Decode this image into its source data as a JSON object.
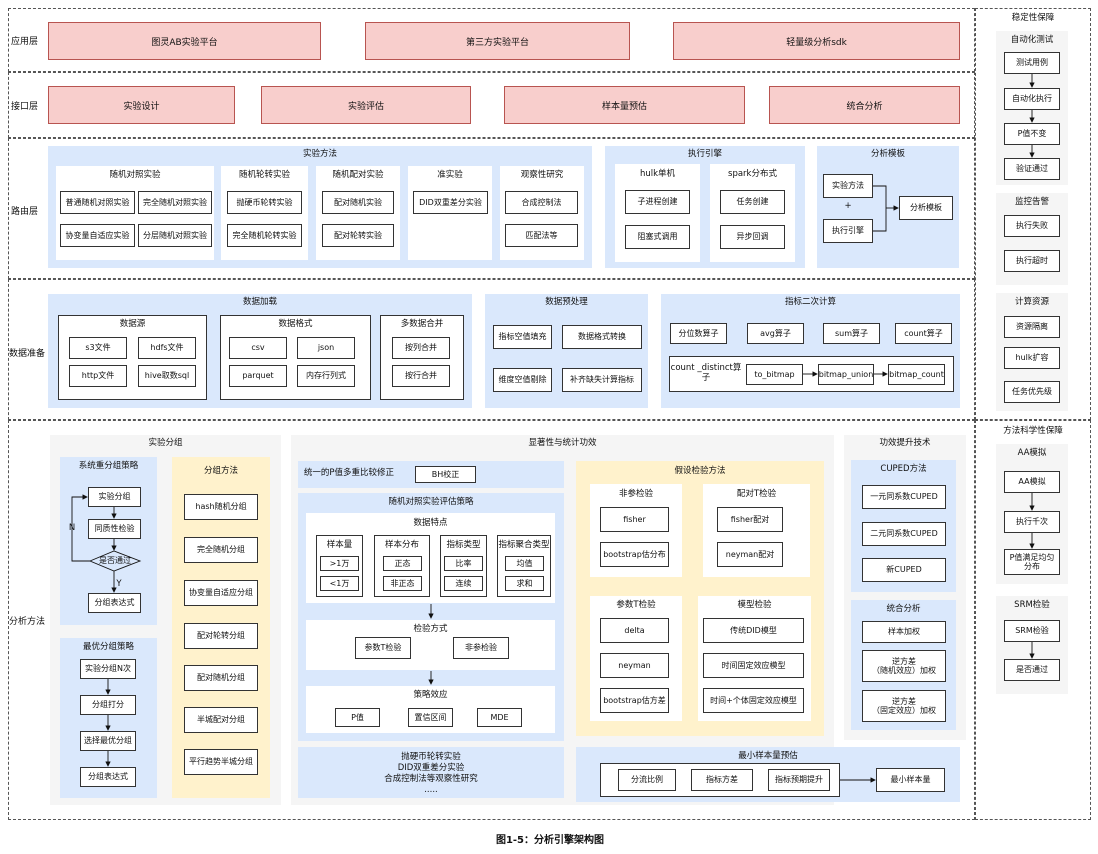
{
  "caption": "图1-5：分析引擎架构图",
  "layers": {
    "app": "应用层",
    "interface": "接口层",
    "routing": "路由层",
    "data_prep": "数据准备",
    "analysis": "分析方法"
  },
  "app_layer": [
    "图灵AB实验平台",
    "第三方实验平台",
    "轻量级分析sdk"
  ],
  "interface_layer": [
    "实验设计",
    "实验评估",
    "样本量预估",
    "统合分析"
  ],
  "routing": {
    "methods": {
      "title": "实验方法",
      "rct": {
        "title": "随机对照实验",
        "items": [
          "普通随机对照实验",
          "完全随机对照实验",
          "协变量自适应实验",
          "分层随机对照实验"
        ]
      },
      "rotate": {
        "title": "随机轮转实验",
        "items": [
          "抛硬币轮转实验",
          "完全随机轮转实验"
        ]
      },
      "paired": {
        "title": "随机配对实验",
        "items": [
          "配对随机实验",
          "配对轮转实验"
        ]
      },
      "quasi": {
        "title": "准实验",
        "items": [
          "DID双重差分实验"
        ]
      },
      "obs": {
        "title": "观察性研究",
        "items": [
          "合成控制法",
          "匹配法等"
        ]
      }
    },
    "engine": {
      "title": "执行引擎",
      "hulk": {
        "title": "hulk单机",
        "items": [
          "子进程创建",
          "阻塞式调用"
        ]
      },
      "spark": {
        "title": "spark分布式",
        "items": [
          "任务创建",
          "异步回调"
        ]
      }
    },
    "template": {
      "title": "分析模板",
      "method": "实验方法",
      "plus": "+",
      "engine": "执行引擎",
      "result": "分析模板"
    }
  },
  "data_prep": {
    "load": {
      "title": "数据加载",
      "source": {
        "title": "数据源",
        "items": [
          "s3文件",
          "hdfs文件",
          "http文件",
          "hive取数sql"
        ]
      },
      "format": {
        "title": "数据格式",
        "items": [
          "csv",
          "json",
          "parquet",
          "内存行列式"
        ]
      },
      "merge": {
        "title": "多数据合并",
        "items": [
          "按列合并",
          "按行合并"
        ]
      }
    },
    "preprocess": {
      "title": "数据预处理",
      "items": [
        "指标空值填充",
        "数据格式转换",
        "维度空值剔除",
        "补齐缺失计算指标"
      ]
    },
    "secondary": {
      "title": "指标二次计算",
      "ops": [
        "分位数算子",
        "avg算子",
        "sum算子",
        "count算子"
      ],
      "distinct_label": "count _distinct算子",
      "chain": [
        "to_bitmap",
        "bitmap_union",
        "bitmap_count"
      ]
    }
  },
  "analysis": {
    "grouping": {
      "title": "实验分组",
      "rebalance": {
        "title": "系统重分组策略",
        "steps": [
          "实验分组",
          "同质性检验",
          "是否通过",
          "分组表达式"
        ],
        "no": "N",
        "yes": "Y"
      },
      "optimal": {
        "title": "最优分组策略",
        "steps": [
          "实验分组N次",
          "分组打分",
          "选择最优分组",
          "分组表达式"
        ]
      },
      "methods": {
        "title": "分组方法",
        "items": [
          "hash随机分组",
          "完全随机分组",
          "协变量自适应分组",
          "配对轮转分组",
          "配对随机分组",
          "半城配对分组",
          "平行趋势半城分组"
        ]
      }
    },
    "significance": {
      "title": "显著性与统计功效",
      "bh_label": "统一的P值多重比较修正",
      "bh": "BH校正",
      "strategy": {
        "title": "随机对照实验评估策略",
        "features": {
          "title": "数据特点",
          "cols": [
            {
              "title": "样本量",
              "items": [
                ">1万",
                "<1万"
              ]
            },
            {
              "title": "样本分布",
              "items": [
                "正态",
                "非正态"
              ]
            },
            {
              "title": "指标类型",
              "items": [
                "比率",
                "连续"
              ]
            },
            {
              "title": "指标聚合类型",
              "items": [
                "均值",
                "求和"
              ]
            }
          ]
        },
        "test": {
          "title": "检验方式",
          "items": [
            "参数T检验",
            "非参检验"
          ]
        },
        "effect": {
          "title": "策略效应",
          "items": [
            "P值",
            "置信区间",
            "MDE"
          ]
        }
      },
      "others": [
        "抛硬币轮转实验",
        "DID双重差分实验",
        "合成控制法等观察性研究",
        "....."
      ],
      "hypothesis": {
        "title": "假设检验方法",
        "nonparam": {
          "title": "非参检验",
          "items": [
            "fisher",
            "bootstrap估分布"
          ]
        },
        "paired_t": {
          "title": "配对T检验",
          "items": [
            "fisher配对",
            "neyman配对"
          ]
        },
        "param_t": {
          "title": "参数T检验",
          "items": [
            "delta",
            "neyman",
            "bootstrap估方差"
          ]
        },
        "model": {
          "title": "模型检验",
          "items": [
            "传统DID模型",
            "时间固定效应模型",
            "时间+个体固定效应模型"
          ]
        }
      },
      "min_sample": {
        "title": "最小样本量预估",
        "inputs": [
          "分流比例",
          "指标方差",
          "指标预期提升"
        ],
        "result": "最小样本量"
      }
    },
    "power": {
      "title": "功效提升技术",
      "cuped": {
        "title": "CUPED方法",
        "items": [
          "一元同系数CUPED",
          "二元同系数CUPED",
          "新CUPED"
        ]
      },
      "meta": {
        "title": "统合分析",
        "items": [
          "样本加权",
          "逆方差\n（随机效应）加权",
          "逆方差\n（固定效应）加权"
        ]
      }
    }
  },
  "right": {
    "stability": {
      "title": "稳定性保障",
      "auto": {
        "title": "自动化测试",
        "steps": [
          "测试用例",
          "自动化执行",
          "P值不变",
          "验证通过"
        ]
      },
      "monitor": {
        "title": "监控告警",
        "items": [
          "执行失败",
          "执行超时"
        ]
      },
      "resource": {
        "title": "计算资源",
        "items": [
          "资源隔离",
          "hulk扩容",
          "任务优先级"
        ]
      }
    },
    "science": {
      "title": "方法科学性保障",
      "aa": {
        "title": "AA模拟",
        "steps": [
          "AA模拟",
          "执行千次",
          "P值满足均匀\n分布"
        ]
      },
      "srm": {
        "title": "SRM检验",
        "steps": [
          "SRM检验",
          "是否通过"
        ]
      }
    }
  }
}
